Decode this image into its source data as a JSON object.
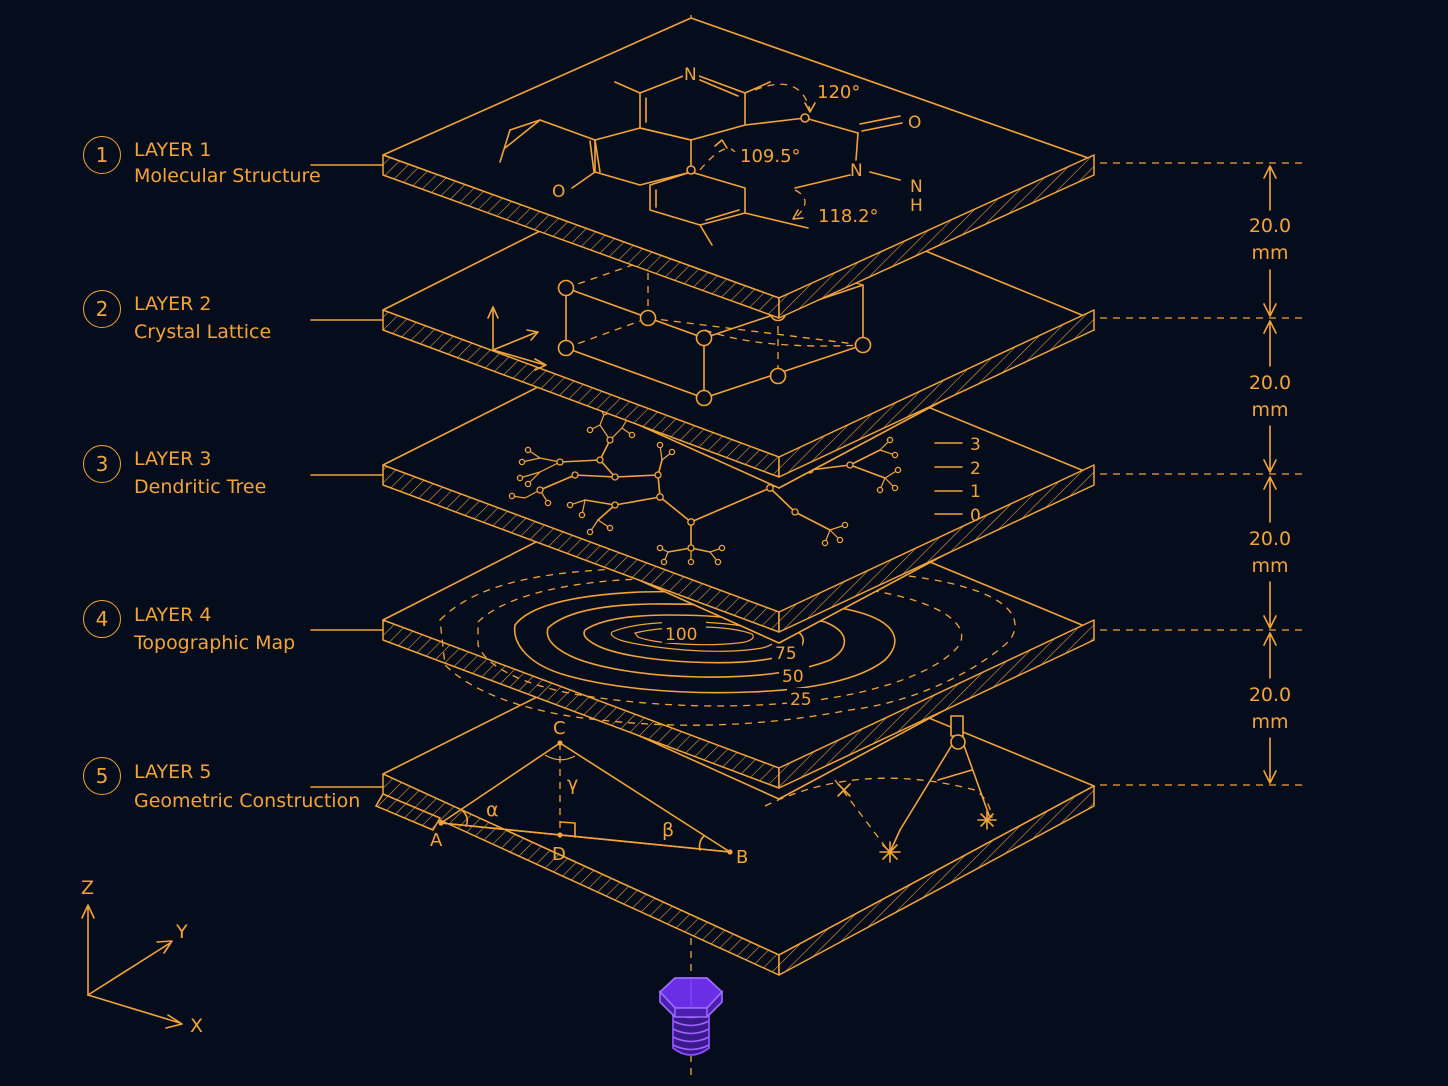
{
  "layers": [
    {
      "num": "1",
      "title": "LAYER 1",
      "subtitle": "Molecular Structure"
    },
    {
      "num": "2",
      "title": "LAYER 2",
      "subtitle": "Crystal Lattice"
    },
    {
      "num": "3",
      "title": "LAYER 3",
      "subtitle": "Dendritic Tree"
    },
    {
      "num": "4",
      "title": "LAYER 4",
      "subtitle": "Topographic Map"
    },
    {
      "num": "5",
      "title": "LAYER 5",
      "subtitle": "Geometric Construction"
    }
  ],
  "dimensions": [
    {
      "value": "20.0",
      "unit": "mm"
    },
    {
      "value": "20.0",
      "unit": "mm"
    },
    {
      "value": "20.0",
      "unit": "mm"
    },
    {
      "value": "20.0",
      "unit": "mm"
    }
  ],
  "molecule": {
    "atom_n1": "N",
    "atom_o1": "O",
    "atom_o2": "O",
    "atom_n2": "N",
    "atom_n3": "N",
    "atom_h": "H",
    "angle_a": "120°",
    "angle_b": "109.5°",
    "angle_c": "118.2°"
  },
  "tree_levels": [
    "3",
    "2",
    "1",
    "0"
  ],
  "contours": [
    "100",
    "75",
    "50",
    "25"
  ],
  "geometry": {
    "A": "A",
    "B": "B",
    "C": "C",
    "D": "D",
    "alpha": "α",
    "beta": "β",
    "gamma": "γ"
  },
  "axes": {
    "x": "X",
    "y": "Y",
    "z": "Z"
  },
  "colors": {
    "background": "#050d1c",
    "line": "#f2a43a",
    "bolt": "#7a3cf0"
  }
}
